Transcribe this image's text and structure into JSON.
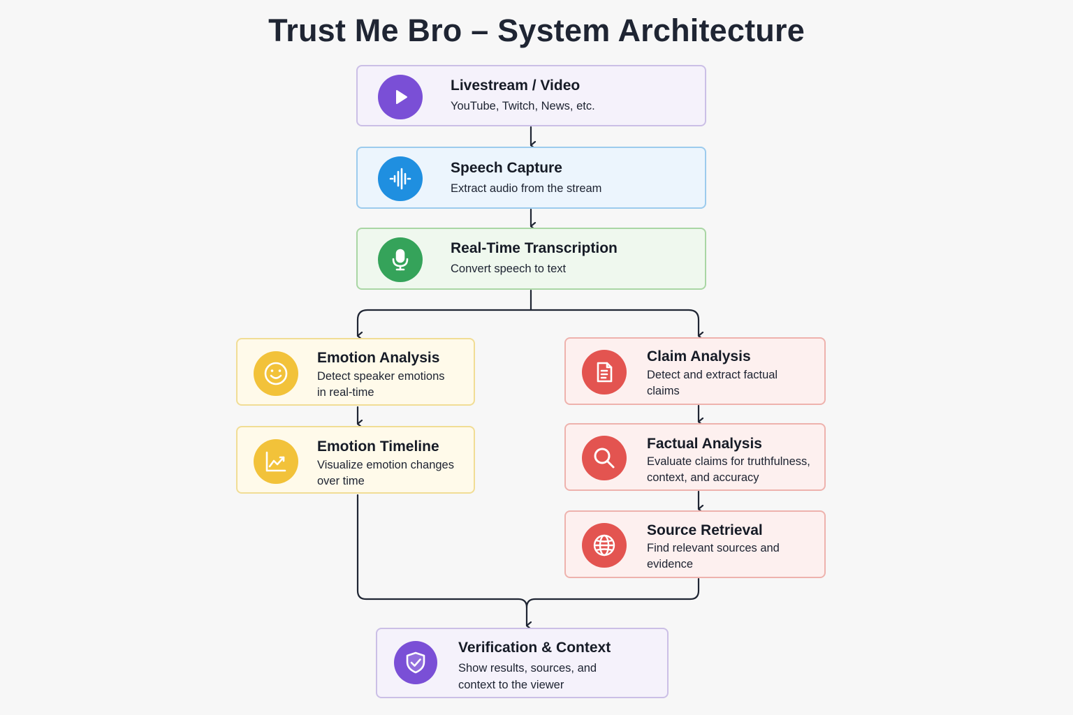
{
  "title": "Trust Me Bro – System Architecture",
  "nodes": {
    "livestream": {
      "title": "Livestream / Video",
      "desc": "YouTube, Twitch, News, etc.",
      "icon": "play-icon",
      "color": "#7a4fd6"
    },
    "speech_capture": {
      "title": "Speech Capture",
      "desc": "Extract audio from the stream",
      "icon": "audio-wave-icon",
      "color": "#1f8fe0"
    },
    "transcription": {
      "title": "Real-Time Transcription",
      "desc": "Convert speech to text",
      "icon": "microphone-icon",
      "color": "#35a35a"
    },
    "emotion_analysis": {
      "title": "Emotion Analysis",
      "desc": [
        "Detect speaker emotions",
        "in real-time"
      ],
      "icon": "smiley-icon",
      "color": "#f2c23a"
    },
    "emotion_timeline": {
      "title": "Emotion Timeline",
      "desc": [
        "Visualize emotion changes",
        "over time"
      ],
      "icon": "line-chart-icon",
      "color": "#f2c23a"
    },
    "claim_analysis": {
      "title": "Claim Analysis",
      "desc": [
        "Detect and extract factual",
        "claims"
      ],
      "icon": "document-icon",
      "color": "#e35450"
    },
    "factual_analysis": {
      "title": "Factual Analysis",
      "desc": [
        "Evaluate claims for truthfulness,",
        "context, and accuracy"
      ],
      "icon": "magnifier-icon",
      "color": "#e35450"
    },
    "source_retrieval": {
      "title": "Source Retrieval",
      "desc": [
        "Find relevant sources and",
        "evidence"
      ],
      "icon": "globe-icon",
      "color": "#e35450"
    },
    "verification": {
      "title": "Verification & Context",
      "desc": [
        "Show results, sources, and",
        "context to the viewer"
      ],
      "icon": "shield-check-icon",
      "color": "#7a4fd6"
    }
  }
}
